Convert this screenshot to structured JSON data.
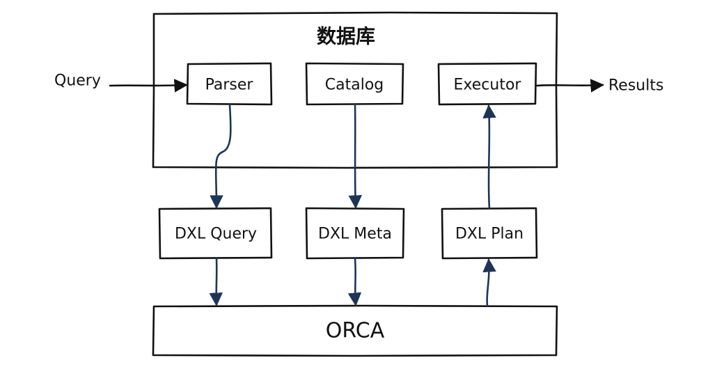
{
  "database": {
    "title": "数据库"
  },
  "components": {
    "parser": "Parser",
    "catalog": "Catalog",
    "executor": "Executor"
  },
  "dxl": {
    "query": "DXL Query",
    "meta": "DXL Meta",
    "plan": "DXL Plan"
  },
  "orca": {
    "label": "ORCA"
  },
  "io": {
    "input": "Query",
    "output": "Results"
  },
  "colors": {
    "outline": "#111111",
    "arrow_blue": "#1d3557"
  }
}
